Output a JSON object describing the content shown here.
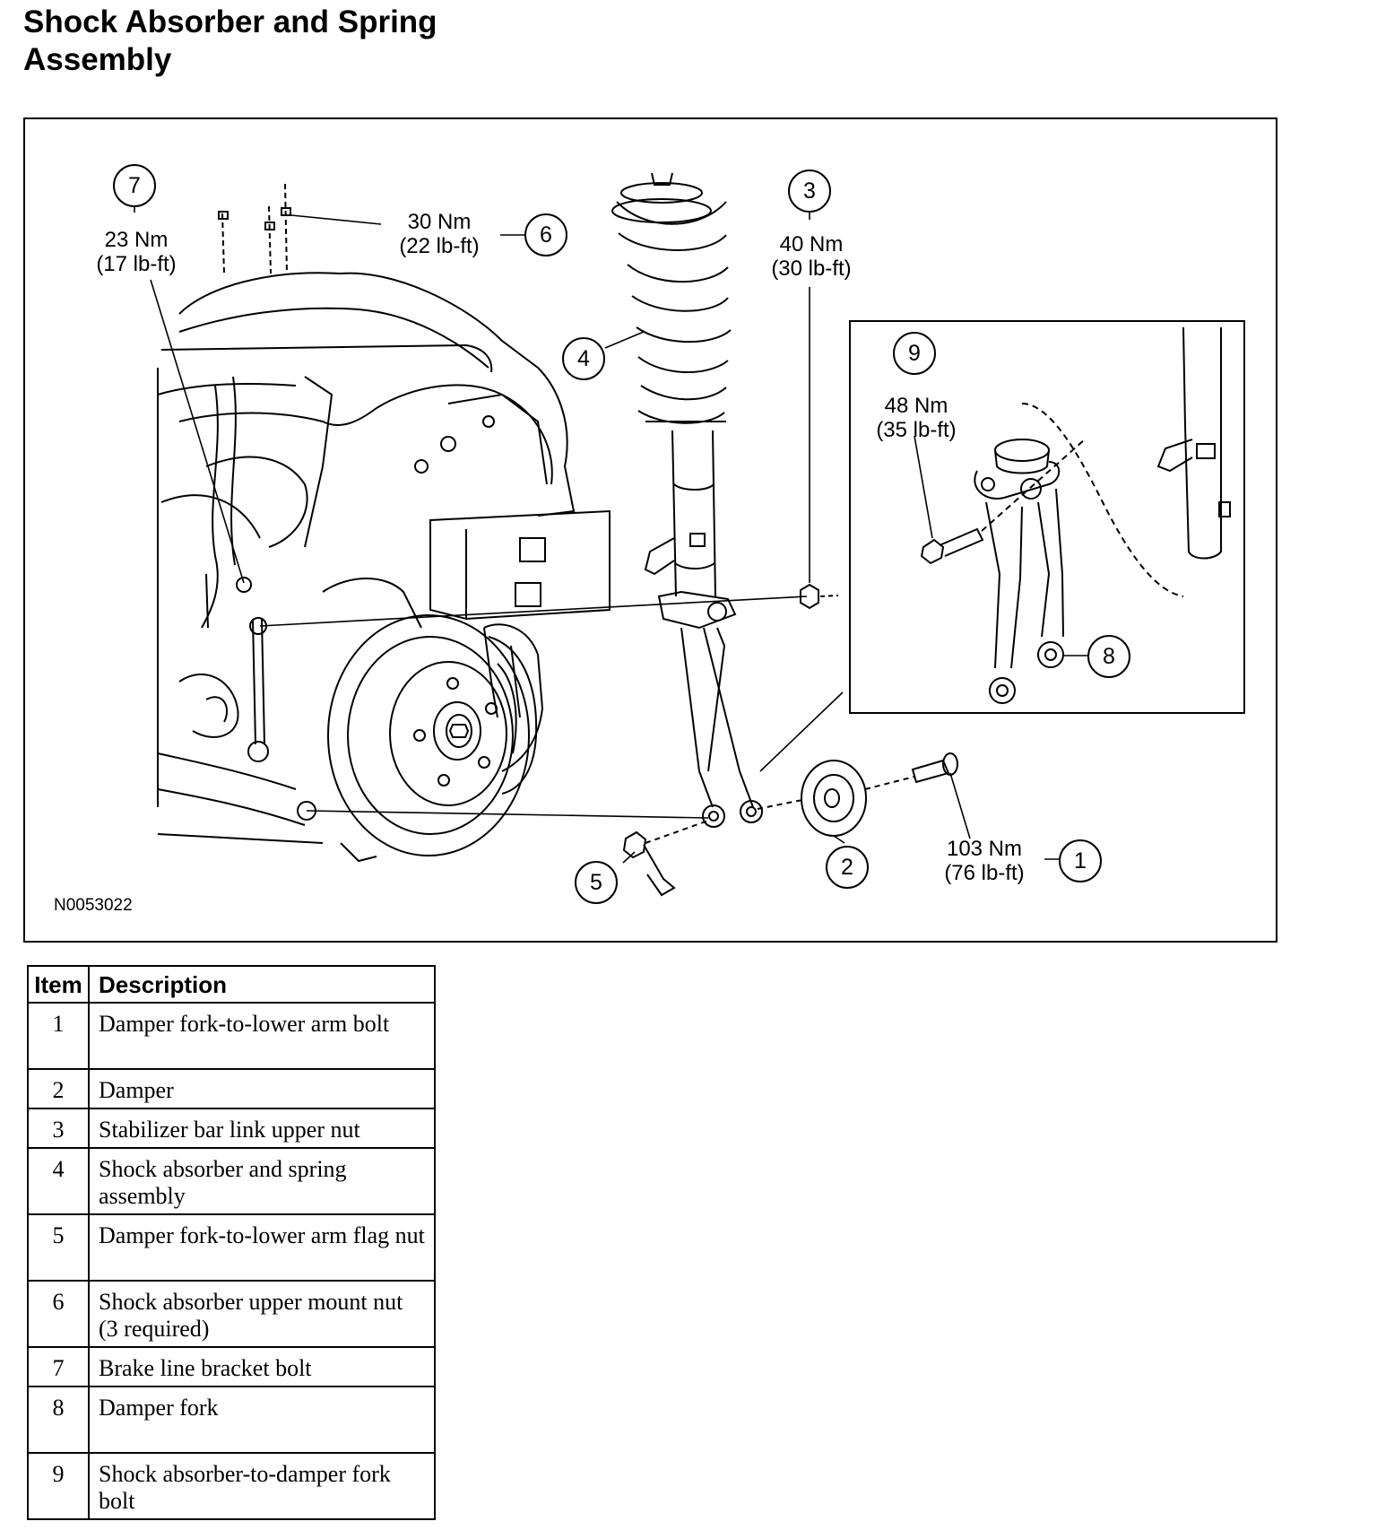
{
  "title": {
    "line1": "Shock Absorber and Spring",
    "line2": "Assembly"
  },
  "figure": {
    "id": "N0053022",
    "callouts": [
      {
        "num": "1",
        "torque_nm": "103 Nm",
        "torque_lbft": "(76 lb-ft)"
      },
      {
        "num": "2"
      },
      {
        "num": "3",
        "torque_nm": "40 Nm",
        "torque_lbft": "(30 lb-ft)"
      },
      {
        "num": "4"
      },
      {
        "num": "5"
      },
      {
        "num": "6",
        "torque_nm": "30 Nm",
        "torque_lbft": "(22 lb-ft)"
      },
      {
        "num": "7",
        "torque_nm": "23 Nm",
        "torque_lbft": "(17 lb-ft)"
      },
      {
        "num": "8"
      },
      {
        "num": "9",
        "torque_nm": "48 Nm",
        "torque_lbft": "(35 lb-ft)"
      }
    ]
  },
  "table": {
    "headers": {
      "item": "Item",
      "description": "Description"
    },
    "rows": [
      {
        "item": "1",
        "description": "Damper fork-to-lower arm bolt"
      },
      {
        "item": "2",
        "description": "Damper"
      },
      {
        "item": "3",
        "description": "Stabilizer bar link upper nut"
      },
      {
        "item": "4",
        "description": "Shock absorber and spring assembly"
      },
      {
        "item": "5",
        "description": "Damper fork-to-lower arm flag nut"
      },
      {
        "item": "6",
        "description": "Shock absorber upper mount nut (3 required)"
      },
      {
        "item": "7",
        "description": "Brake line bracket bolt"
      },
      {
        "item": "8",
        "description": "Damper fork"
      },
      {
        "item": "9",
        "description": "Shock absorber-to-damper fork bolt"
      }
    ]
  }
}
